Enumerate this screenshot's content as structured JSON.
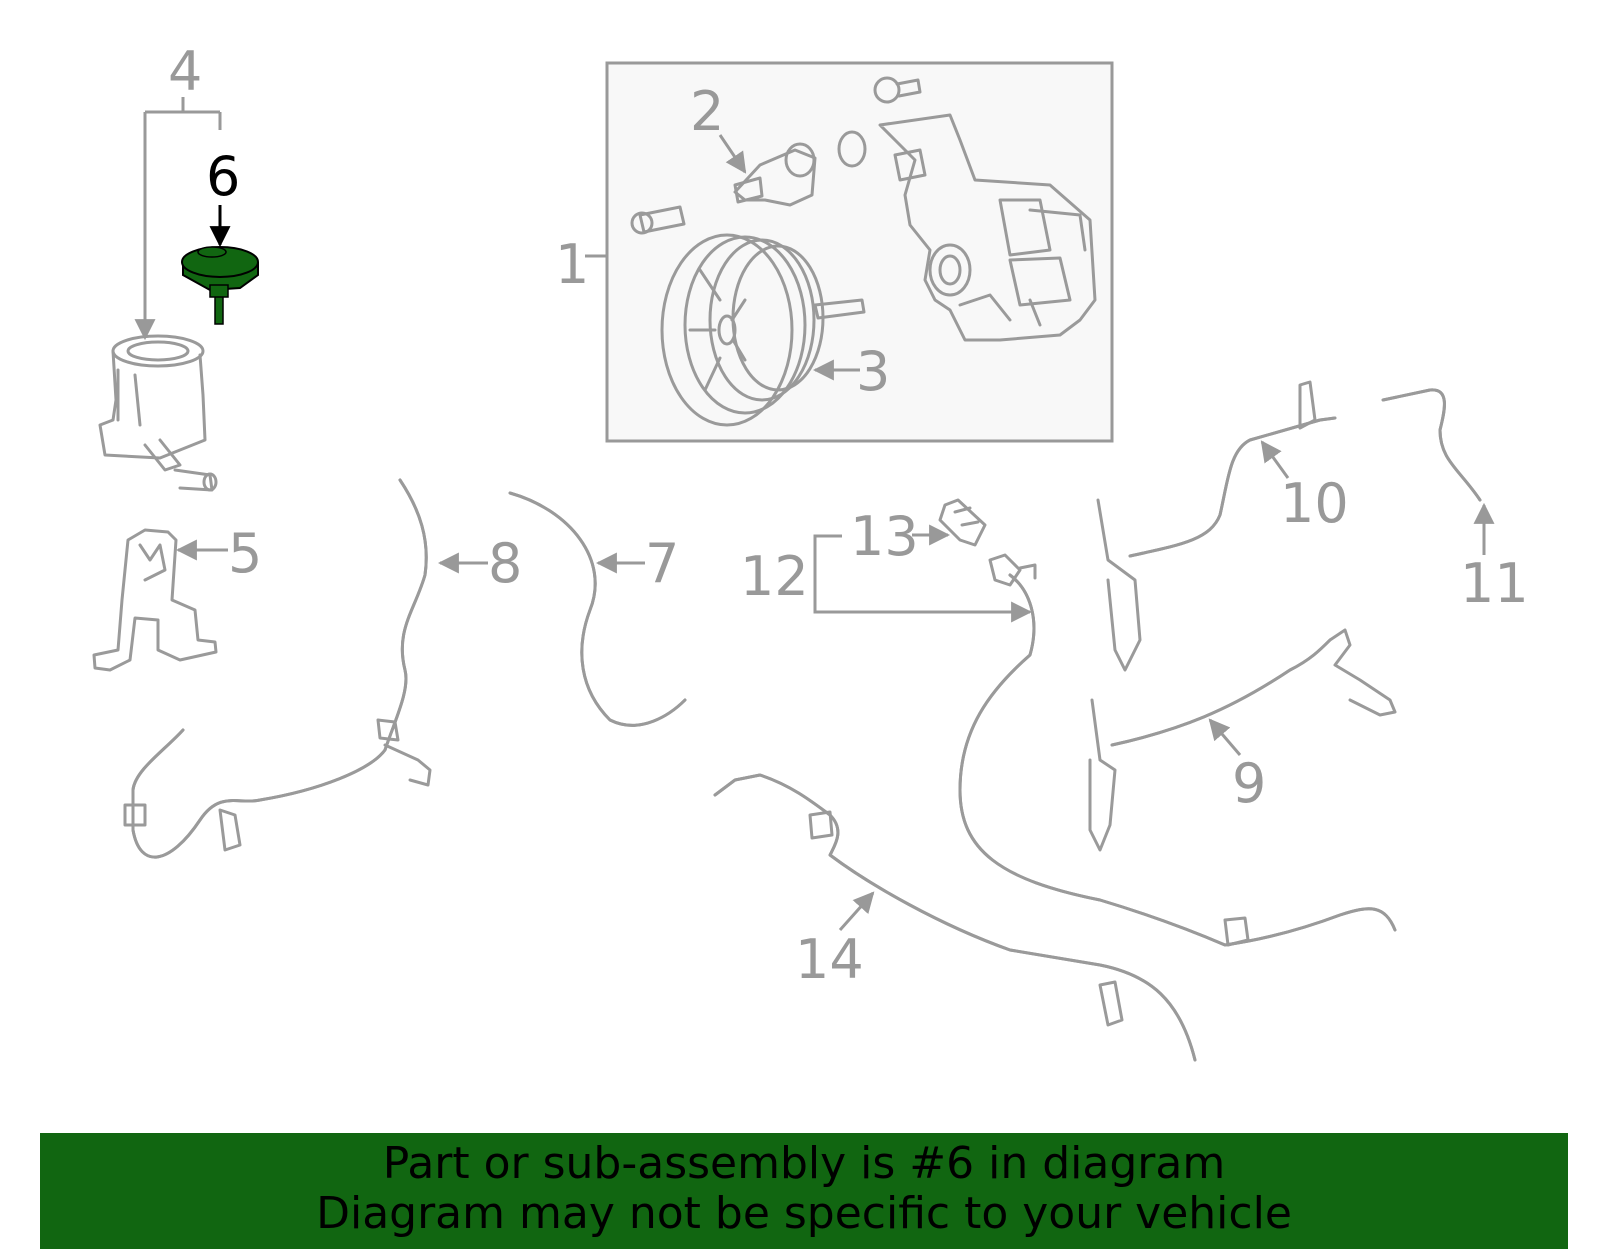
{
  "callouts": {
    "c1": "1",
    "c2": "2",
    "c3": "3",
    "c4": "4",
    "c5": "5",
    "c6": "6",
    "c7": "7",
    "c8": "8",
    "c9": "9",
    "c10": "10",
    "c11": "11",
    "c12": "12",
    "c13": "13",
    "c14": "14"
  },
  "highlight": {
    "part": "6",
    "color": "#116611"
  },
  "banner": {
    "line1": "Part or sub-assembly is #6 in diagram",
    "line2": "Diagram may not be specific to your vehicle",
    "color": "#116611"
  },
  "colors": {
    "part_stroke": "#9a9a9a",
    "label": "#999999",
    "highlight_label": "#000000"
  }
}
